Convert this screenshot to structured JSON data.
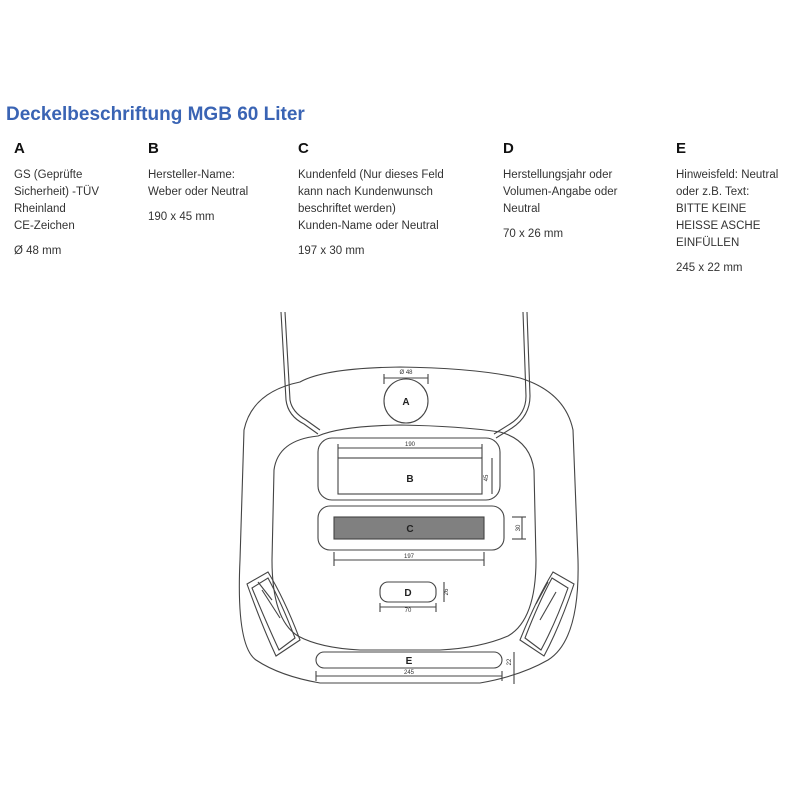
{
  "title": "Deckelbeschriftung MGB 60 Liter",
  "columns": {
    "A": {
      "letter": "A",
      "desc": "GS (Geprüfte\nSicherheit) -TÜV\nRheinland\nCE-Zeichen",
      "size": "Ø 48 mm"
    },
    "B": {
      "letter": "B",
      "desc": "Hersteller-Name:\nWeber oder Neutral",
      "size": "190 x 45 mm"
    },
    "C": {
      "letter": "C",
      "desc": "Kundenfeld (Nur dieses Feld\nkann nach Kundenwunsch\nbeschriftet werden)\nKunden-Name oder Neutral",
      "size": "197 x 30 mm"
    },
    "D": {
      "letter": "D",
      "desc": "Herstellungsjahr oder\nVolumen-Angabe oder\nNeutral",
      "size": "70 x 26 mm"
    },
    "E": {
      "letter": "E",
      "desc": "Hinweisfeld: Neutral\noder z.B. Text:",
      "emph": "BITTE KEINE\nHEISSE ASCHE\nEINFÜLLEN",
      "size": "245 x 22 mm"
    }
  },
  "diagram": {
    "labels": {
      "A": "A",
      "B": "B",
      "C": "C",
      "D": "D",
      "E": "E"
    },
    "dims": {
      "A_width": "Ø 48",
      "B_width": "190",
      "B_height": "45",
      "C_width": "197",
      "C_height": "30",
      "D_width": "70",
      "D_height": "26",
      "E_width": "245",
      "E_height": "22"
    },
    "colors": {
      "line": "#444444",
      "field_c": "#808080",
      "title": "#3a64b4"
    }
  }
}
